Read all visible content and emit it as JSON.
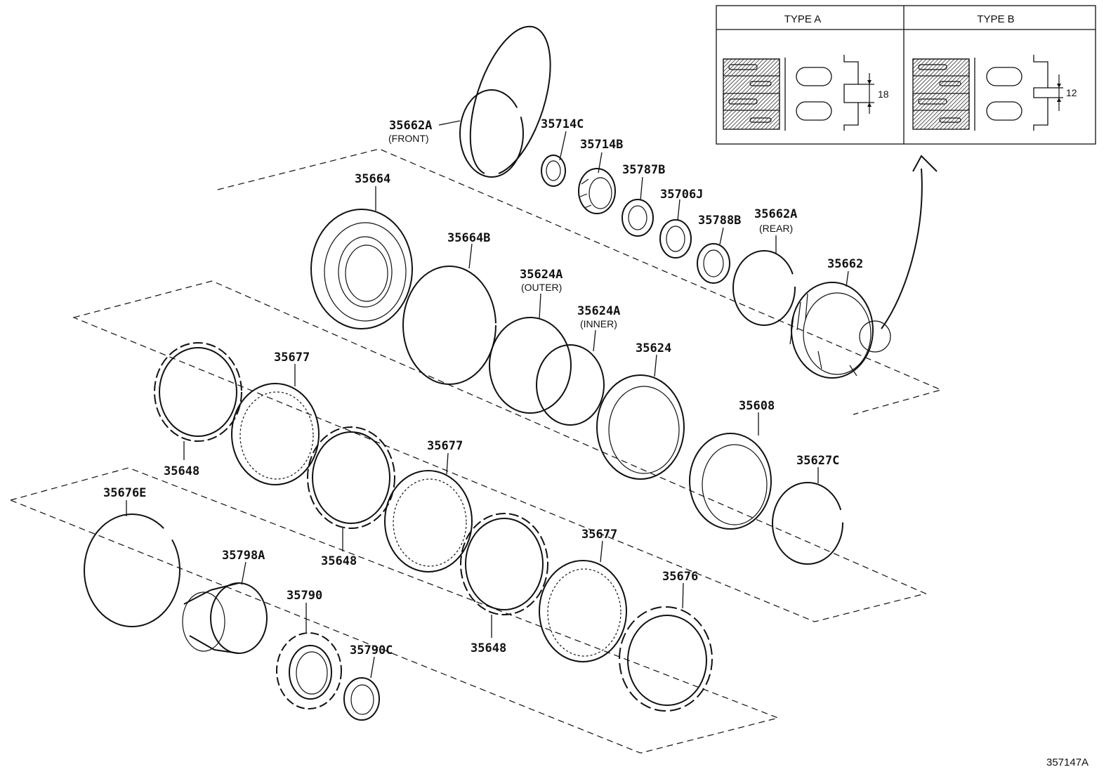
{
  "figure_id": "357147A",
  "inset": {
    "type_a": {
      "title": "TYPE A",
      "dimension": "18"
    },
    "type_b": {
      "title": "TYPE B",
      "dimension": "12"
    }
  },
  "parts": [
    {
      "id": "p1",
      "number": "35662A",
      "note": "(FRONT)"
    },
    {
      "id": "p2",
      "number": "35714C",
      "note": ""
    },
    {
      "id": "p3",
      "number": "35714B",
      "note": ""
    },
    {
      "id": "p4",
      "number": "35787B",
      "note": ""
    },
    {
      "id": "p5",
      "number": "35706J",
      "note": ""
    },
    {
      "id": "p6",
      "number": "35788B",
      "note": ""
    },
    {
      "id": "p7",
      "number": "35662A",
      "note": "(REAR)"
    },
    {
      "id": "p8",
      "number": "35662",
      "note": ""
    },
    {
      "id": "p9",
      "number": "35664",
      "note": ""
    },
    {
      "id": "p10",
      "number": "35664B",
      "note": ""
    },
    {
      "id": "p11",
      "number": "35624A",
      "note": "(OUTER)"
    },
    {
      "id": "p12",
      "number": "35624A",
      "note": "(INNER)"
    },
    {
      "id": "p13",
      "number": "35624",
      "note": ""
    },
    {
      "id": "p14",
      "number": "35608",
      "note": ""
    },
    {
      "id": "p15",
      "number": "35627C",
      "note": ""
    },
    {
      "id": "p16",
      "number": "35648",
      "note": ""
    },
    {
      "id": "p17",
      "number": "35677",
      "note": ""
    },
    {
      "id": "p18",
      "number": "35648",
      "note": ""
    },
    {
      "id": "p19",
      "number": "35677",
      "note": ""
    },
    {
      "id": "p20",
      "number": "35648",
      "note": ""
    },
    {
      "id": "p21",
      "number": "35677",
      "note": ""
    },
    {
      "id": "p22",
      "number": "35676",
      "note": ""
    },
    {
      "id": "p23",
      "number": "35676E",
      "note": ""
    },
    {
      "id": "p24",
      "number": "35798A",
      "note": ""
    },
    {
      "id": "p25",
      "number": "35790",
      "note": ""
    },
    {
      "id": "p26",
      "number": "35790C",
      "note": ""
    }
  ]
}
